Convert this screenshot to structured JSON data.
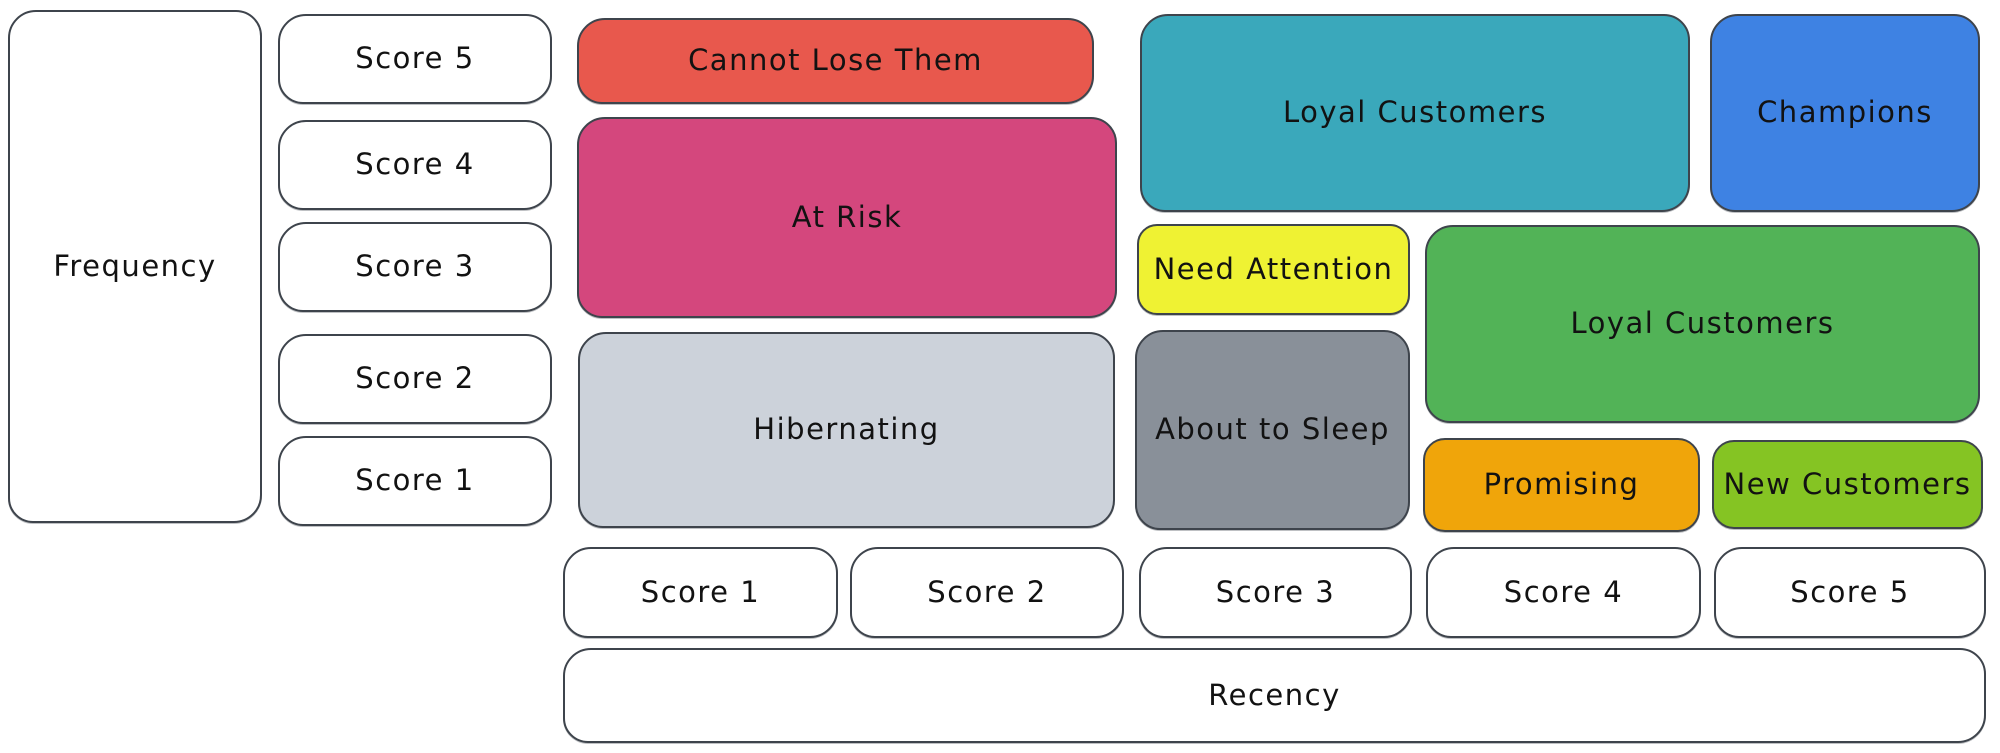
{
  "axes": {
    "frequency_label": "Frequency",
    "recency_label": "Recency",
    "frequency_scores": [
      "Score 5",
      "Score 4",
      "Score 3",
      "Score 2",
      "Score 1"
    ],
    "recency_scores": [
      "Score 1",
      "Score 2",
      "Score 3",
      "Score 4",
      "Score 5"
    ]
  },
  "segments": {
    "cannot_lose_them": {
      "label": "Cannot Lose Them",
      "color": "#e8584d"
    },
    "at_risk": {
      "label": "At Risk",
      "color": "#d4477d"
    },
    "hibernating": {
      "label": "Hibernating",
      "color": "#ccd2da"
    },
    "loyal_customers_top": {
      "label": "Loyal Customers",
      "color": "#3aa8bb"
    },
    "champions": {
      "label": "Champions",
      "color": "#3e82e3"
    },
    "need_attention": {
      "label": "Need Attention",
      "color": "#eff233"
    },
    "about_to_sleep": {
      "label": "About to Sleep",
      "color": "#899099"
    },
    "loyal_customers_mid": {
      "label": "Loyal Customers",
      "color": "#52b357"
    },
    "promising": {
      "label": "Promising",
      "color": "#f0a50a"
    },
    "new_customers": {
      "label": "New Customers",
      "color": "#85c423"
    }
  },
  "colors": {
    "stroke": "#3e444c",
    "text": "#121212",
    "background": "#ffffff"
  }
}
